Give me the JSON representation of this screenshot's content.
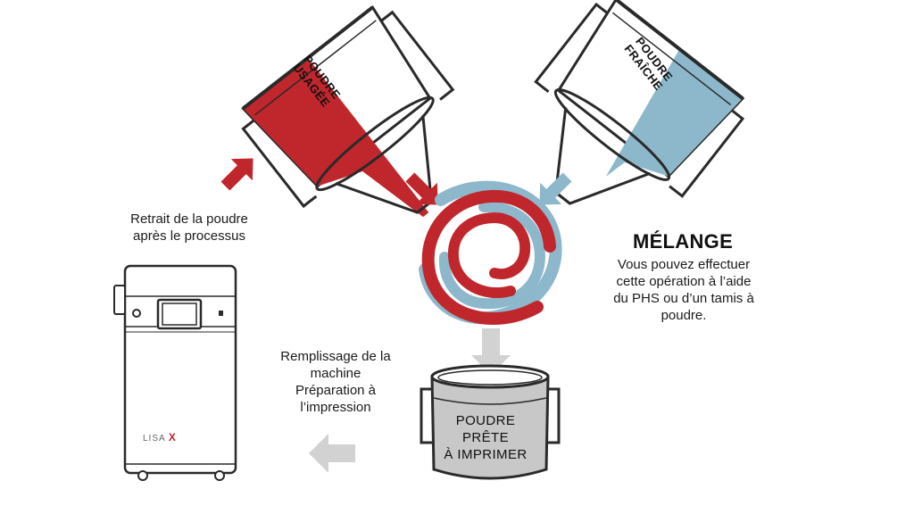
{
  "labels": {
    "used_powder": [
      "POUDRE",
      "USAGÉE"
    ],
    "fresh_powder": [
      "POUDRE",
      "FRAÎCHE"
    ],
    "ready_powder": [
      "POUDRE",
      "PRÊTE",
      "À IMPRIMER"
    ],
    "removal": [
      "Retrait de la poudre",
      "après le processus"
    ],
    "refill": [
      "Remplissage de la",
      "machine",
      "Préparation à",
      "l’impression"
    ],
    "mixing_title": "MÉLANGE",
    "mixing_desc": [
      "Vous pouvez effectuer",
      "cette opération à l’aide",
      "du PHS ou d’un tamis à",
      "poudre."
    ],
    "printer_logo": "LISA",
    "printer_logo_mark": "X"
  },
  "colors": {
    "used_red": "#c0272d",
    "fresh_blue": "#8db8cc",
    "ready_grey": "#c8c8c8",
    "arrow_grey": "#d2d2d2",
    "outline": "#2a2a2a"
  },
  "icons": [
    "used-powder-bucket-icon",
    "fresh-powder-bucket-icon",
    "mixing-swirl-icon",
    "ready-powder-bucket-icon",
    "3d-printer-icon"
  ]
}
